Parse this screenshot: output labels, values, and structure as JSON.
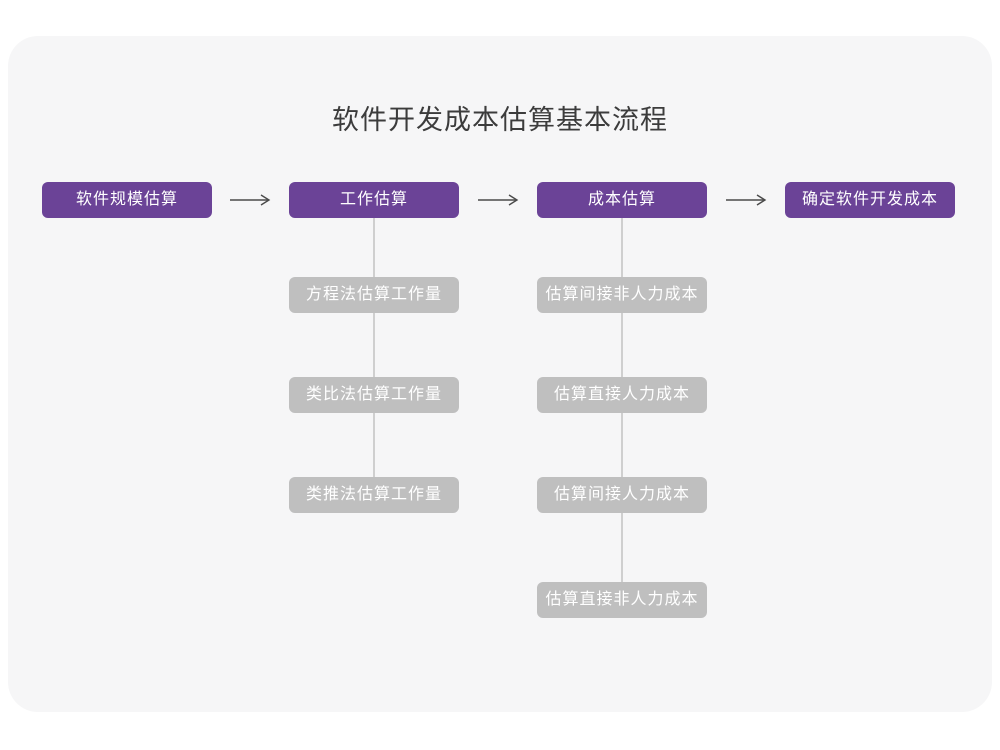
{
  "title": "软件开发成本估算基本流程",
  "flow": {
    "main_steps": [
      "软件规模估算",
      "工作估算",
      "成本估算",
      "确定软件开发成本"
    ],
    "work_substeps": [
      "方程法估算工作量",
      "类比法估算工作量",
      "类推法估算工作量"
    ],
    "cost_substeps": [
      "估算间接非人力成本",
      "估算直接人力成本",
      "估算间接人力成本",
      "估算直接非人力成本"
    ]
  },
  "colors": {
    "primary_node": "#6b4397",
    "secondary_node": "#bfbfbf",
    "connector_line": "#cfcfcf",
    "arrow": "#4a4a4a",
    "canvas_background": "#f6f6f7",
    "page_background": "#ffffff",
    "title_text": "#3c3c3c",
    "node_text": "#ffffff"
  }
}
